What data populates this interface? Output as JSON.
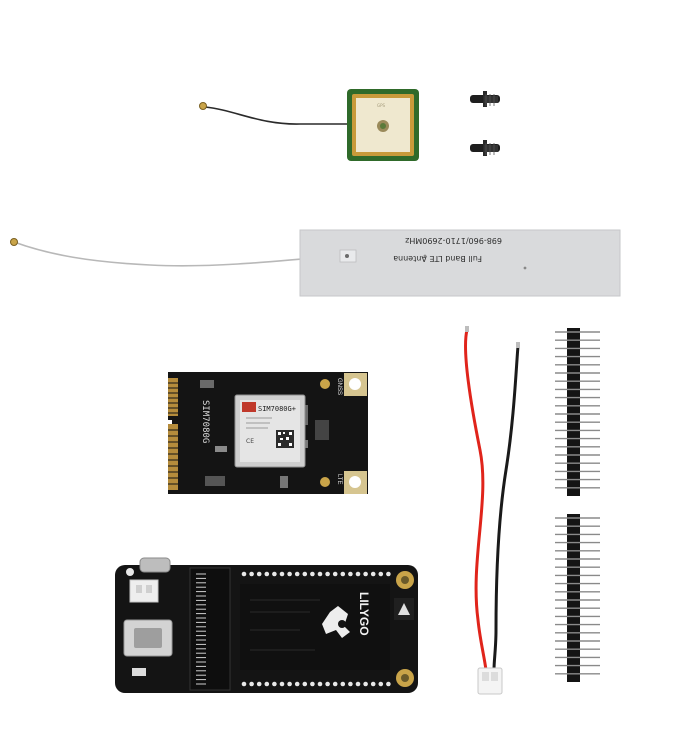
{
  "lte_antenna": {
    "text_line1": "Full Band LTE Antenna",
    "text_line2": "698-960/1710-2690MHz"
  },
  "modem_board": {
    "chip_label": "SIM7080G",
    "chip_plus": "SIM7080G+",
    "side_label": "SIM7080G",
    "gnss_label": "GNSS",
    "lte_label": "LTE"
  },
  "main_board": {
    "brand": "LILYGO"
  },
  "colors": {
    "pcb": "#141414",
    "gold": "#c9a449",
    "wire_red": "#e0241b",
    "wire_black": "#1a1a1a",
    "antenna_silver": "#d9dadc"
  }
}
